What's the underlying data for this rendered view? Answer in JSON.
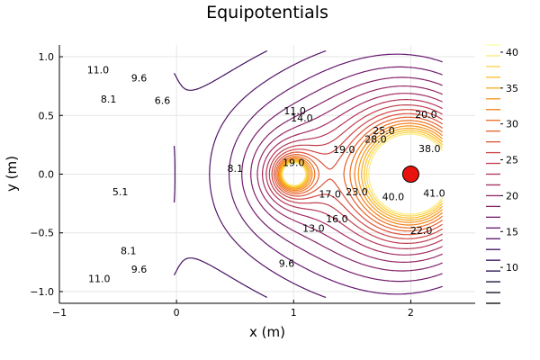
{
  "chart_data": {
    "type": "contour",
    "title": "Equipotentials",
    "xlabel": "x (m)",
    "ylabel": "y (m)",
    "xlim": [
      -1,
      2.55
    ],
    "ylim": [
      -1.1,
      1.1
    ],
    "xticks": [
      -1,
      0,
      1,
      2
    ],
    "xtick_labels": [
      "−1",
      "0",
      "1",
      "2"
    ],
    "yticks": [
      -1.0,
      -0.5,
      0.0,
      0.5,
      1.0
    ],
    "ytick_labels": [
      "−1.0",
      "−0.5",
      "0.0",
      "0.5",
      "1.0"
    ],
    "colorbar_range": [
      5,
      41
    ],
    "colorbar_ticks": [
      10,
      15,
      20,
      25,
      30,
      35,
      40
    ],
    "colorbar_tick_labels": [
      "10",
      "15",
      "20",
      "25",
      "30",
      "35",
      "40"
    ],
    "grid": true,
    "point_charge_marker": {
      "x": 2,
      "y": 0,
      "color": "#e8120e"
    },
    "contour_labels": [
      {
        "text": "11.0",
        "x": -0.67,
        "y": 0.89
      },
      {
        "text": "9.6",
        "x": -0.32,
        "y": 0.82
      },
      {
        "text": "8.1",
        "x": -0.58,
        "y": 0.64
      },
      {
        "text": "6.6",
        "x": -0.12,
        "y": 0.63
      },
      {
        "text": "5.1",
        "x": -0.48,
        "y": -0.15
      },
      {
        "text": "8.1",
        "x": 0.5,
        "y": 0.05
      },
      {
        "text": "8.1",
        "x": -0.41,
        "y": -0.65
      },
      {
        "text": "9.6",
        "x": -0.32,
        "y": -0.81
      },
      {
        "text": "11.0",
        "x": -0.66,
        "y": -0.89
      },
      {
        "text": "11.0",
        "x": 1.01,
        "y": 0.54
      },
      {
        "text": "14.0",
        "x": 1.07,
        "y": 0.48
      },
      {
        "text": "19.0",
        "x": 1.0,
        "y": 0.1
      },
      {
        "text": "19.0",
        "x": 1.43,
        "y": 0.21
      },
      {
        "text": "17.0",
        "x": 1.31,
        "y": -0.17
      },
      {
        "text": "16.0",
        "x": 1.37,
        "y": -0.38
      },
      {
        "text": "13.0",
        "x": 1.17,
        "y": -0.46
      },
      {
        "text": "9.6",
        "x": 0.94,
        "y": -0.76
      },
      {
        "text": "20.0",
        "x": 2.13,
        "y": 0.51
      },
      {
        "text": "25.0",
        "x": 1.77,
        "y": 0.37
      },
      {
        "text": "28.0",
        "x": 1.7,
        "y": 0.3
      },
      {
        "text": "38.0",
        "x": 2.16,
        "y": 0.22
      },
      {
        "text": "23.0",
        "x": 1.54,
        "y": -0.15
      },
      {
        "text": "40.0",
        "x": 1.85,
        "y": -0.19
      },
      {
        "text": "41.0",
        "x": 2.2,
        "y": -0.16
      },
      {
        "text": "22.0",
        "x": 2.09,
        "y": -0.48
      }
    ]
  }
}
